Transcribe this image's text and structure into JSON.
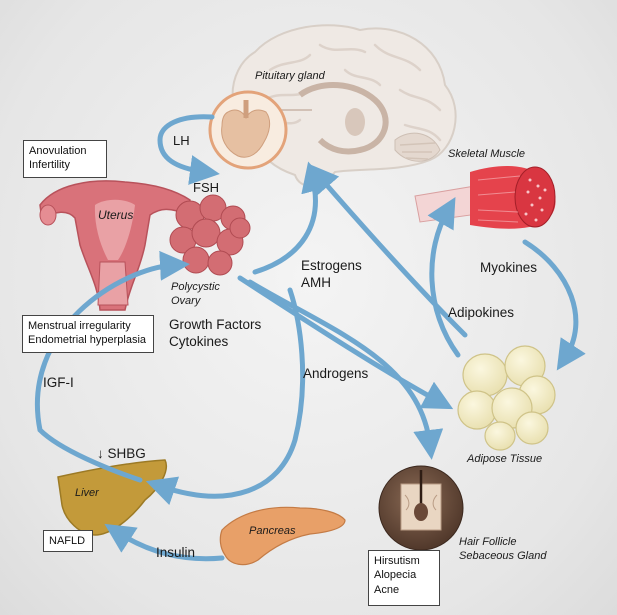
{
  "organs": {
    "pituitary": "Pituitary gland",
    "uterus": "Uterus",
    "ovary": "Polycystic\nOvary",
    "skeletal_muscle": "Skeletal Muscle",
    "adipose": "Adipose Tissue",
    "liver": "Liver",
    "pancreas": "Pancreas",
    "hair_follicle": "Hair Follicle\nSebaceous Gland"
  },
  "signals": {
    "lh": "LH",
    "fsh": "FSH",
    "estrogens_amh": "Estrogens\nAMH",
    "growth_factors": "Growth Factors\nCytokines",
    "androgens": "Androgens",
    "igf": "IGF-I",
    "shbg": "↓ SHBG",
    "insulin": "Insulin",
    "myokines": "Myokines",
    "adipokines": "Adipokines"
  },
  "boxes": {
    "anovulation": [
      "Anovulation",
      "Infertility"
    ],
    "menstrual": [
      "Menstrual irregularity",
      "Endometrial hyperplasia"
    ],
    "nafld": [
      "NAFLD"
    ],
    "hirsutism": [
      "Hirsutism",
      "Alopecia",
      "Acne"
    ]
  },
  "colors": {
    "arrow": "#6ea7cf",
    "ovary": "#d36d73",
    "liver": "#c39a3a",
    "pancreas": "#e8a068",
    "adipose": "#f3ecc4",
    "muscle": "#d8343f",
    "uterus": "#d9727a",
    "pituitary": "#e9c2a3"
  }
}
